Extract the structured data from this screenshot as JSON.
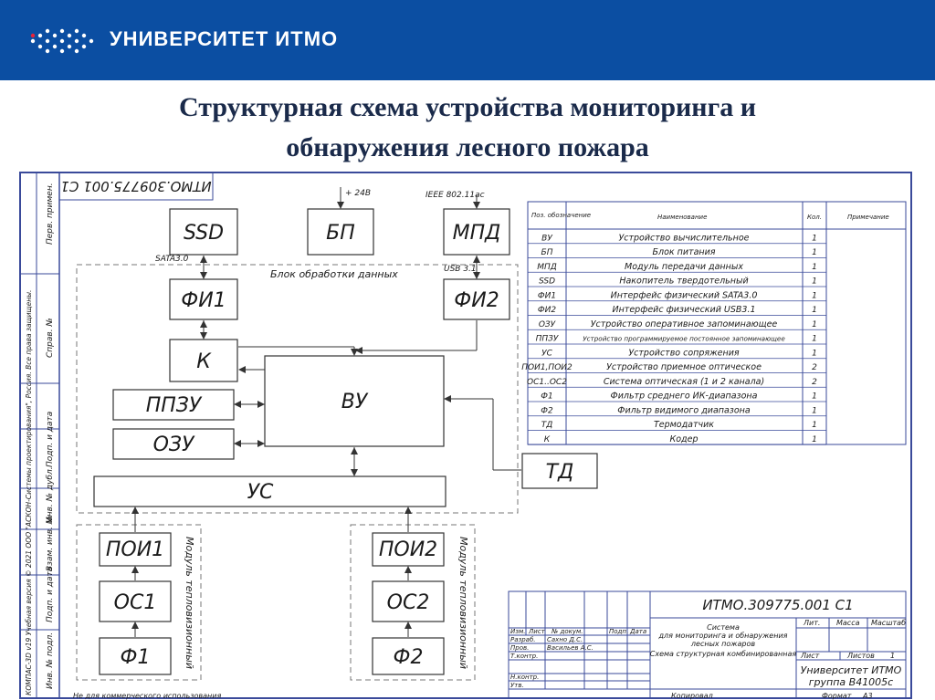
{
  "header": {
    "brand": "УНИВЕРСИТЕТ ИТМО"
  },
  "title": {
    "line1": "Структурная схема устройства мониторинга и",
    "line2": "обнаружения лесного пожара"
  },
  "diagram": {
    "blocks": {
      "ssd": "SSD",
      "bp": "БП",
      "mpd": "МПД",
      "fi1": "ФИ1",
      "fi2": "ФИ2",
      "k": "К",
      "vu": "ВУ",
      "ppzu": "ППЗУ",
      "ozu": "ОЗУ",
      "td": "ТД",
      "us": "УС",
      "poi1": "ПОИ1",
      "os1": "ОС1",
      "f1": "Ф1",
      "poi2": "ПОИ2",
      "os2": "ОС2",
      "f2": "Ф2"
    },
    "labels": {
      "power": "+ 24В",
      "ieee": "IEEE 802.11ac",
      "sata": "SATA3.0",
      "usb": "USB 3.1",
      "processing_block": "Блок обработки данных",
      "module1": "Модуль тепловизионный",
      "module2": "Модуль тепловизионный",
      "code_rotated": "ИТМО.309775.001 С1"
    },
    "spec_table": {
      "headers": [
        "Поз. обозначение",
        "Наименование",
        "Кол.",
        "Примечание"
      ],
      "rows": [
        [
          "ВУ",
          "Устройство вычислительное",
          "1"
        ],
        [
          "БП",
          "Блок питания",
          "1"
        ],
        [
          "МПД",
          "Модуль передачи данных",
          "1"
        ],
        [
          "SSD",
          "Накопитель твердотельный",
          "1"
        ],
        [
          "ФИ1",
          "Интерфейс физический SATA3.0",
          "1"
        ],
        [
          "ФИ2",
          "Интерфейс физический USB3.1",
          "1"
        ],
        [
          "ОЗУ",
          "Устройство оперативное запоминающее",
          "1"
        ],
        [
          "ППЗУ",
          "Устройство программируемое постоянное запоминающее",
          "1"
        ],
        [
          "УС",
          "Устройство сопряжения",
          "1"
        ],
        [
          "ПОИ1,ПОИ2",
          "Устройство приемное оптическое",
          "2"
        ],
        [
          "ОС1..ОС2",
          "Система оптическая (1 и 2 канала)",
          "2"
        ],
        [
          "Ф1",
          "Фильтр среднего ИК-диапазона",
          "1"
        ],
        [
          "Ф2",
          "Фильтр видимого диапазона",
          "1"
        ],
        [
          "ТД",
          "Термодатчик",
          "1"
        ],
        [
          "К",
          "Кодер",
          "1"
        ]
      ]
    },
    "title_block": {
      "code": "ИТМО.309775.001 С1",
      "doc_name_1": "Система",
      "doc_name_2": "для мониторинга и обнаружения",
      "doc_name_3": "лесных пожаров",
      "doc_name_4": "Схема структурная комбинированная",
      "lit": "Лит.",
      "mass": "Масса",
      "scale": "Масштаб",
      "sheet": "Лист",
      "sheets": "Листов",
      "sheets_count": "1",
      "org_1": "Университет ИТМО",
      "org_2": "группа В41005с",
      "izm": "Изм.",
      "list": "Лист",
      "docnum": "№ докум.",
      "podp": "Подп.",
      "data": "Дата",
      "razrab": "Разраб.",
      "razrab_name": "Сахно Д.С.",
      "prov": "Пров.",
      "prov_name": "Васильев А.С.",
      "tkontr": "Т.контр.",
      "nkontr": "Н.контр.",
      "utv": "Утв.",
      "kopiroval": "Копировал",
      "format": "Формат",
      "format_val": "А3",
      "footer_left": "Не для коммерческого использования"
    },
    "side_strip": {
      "perv": "Перв. примен.",
      "sprav": "Справ. №",
      "podp_data": "Подп. и дата",
      "inv_dubl": "Инв. № дубл.",
      "vzam": "Взам. инв. №",
      "inv_podl": "Инв. № подл.",
      "license": "КОМПАС-3D v19 Учебная версия © 2021 ООО \"АСКОН-Системы проектирования\", Россия. Все права защищены."
    }
  }
}
